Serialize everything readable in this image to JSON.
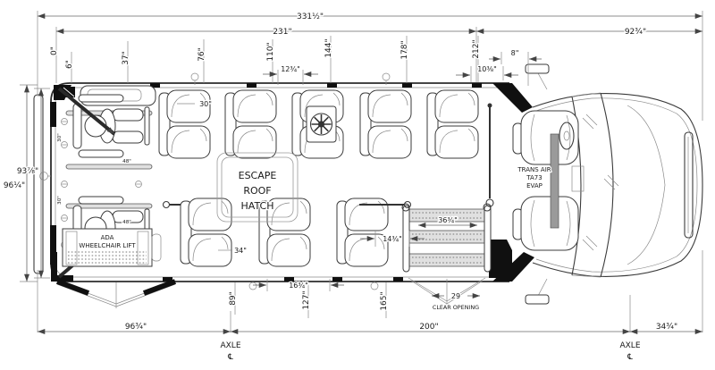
{
  "drawing": {
    "type": "bus-floor-plan-top-view",
    "line_color": "#3b3b3b",
    "dim_color": "#666666",
    "background": "#ffffff"
  },
  "labels": {
    "overall": "331½\"",
    "body": "231\"",
    "front": "92¾\"",
    "x0": "0\"",
    "x6": "6\"",
    "x37": "37\"",
    "x76": "76\"",
    "x110": "110\"",
    "x12_34": "12¾\"",
    "x144": "144\"",
    "x178": "178\"",
    "x212": "212\"",
    "x10_38": "10⅜\"",
    "x8": "8\"",
    "left_inner": "93⅞\"",
    "left_outer": "96¼\"",
    "rear_axle": "96¾\"",
    "wheelbase": "200\"",
    "front_overhang": "34¾\"",
    "b89": "89\"",
    "b127": "127\"",
    "b165": "165\"",
    "b16_34": "16¾\"",
    "clear_val": "29",
    "clear_txt": "CLEAR OPENING",
    "axle": "AXLE",
    "cl": "℄",
    "seat30": "30\"",
    "seat34": "34\"",
    "wc30": "30\"",
    "t48": "48\"",
    "door_w": "36¾\"",
    "door_off": "14¾\"",
    "hatch1": "ESCAPE",
    "hatch2": "ROOF",
    "hatch3": "HATCH",
    "lift1": "ADA",
    "lift2": "WHEELCHAIR LIFT",
    "evap1": "TRANS AIR",
    "evap2": "TA73",
    "evap3": "EVAP"
  }
}
